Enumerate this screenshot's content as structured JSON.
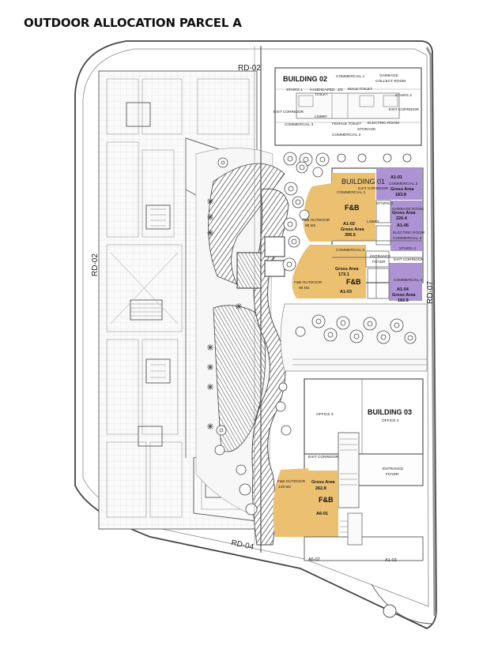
{
  "title": "OUTDOOR ALLOCATION PARCEL A",
  "colors": {
    "fnb_zone": "#ecc071",
    "commercial_zone": "#ad93d4",
    "linework": "#555555",
    "paving": "#f5f5f5"
  },
  "roads": {
    "rd02_top": "RD-02",
    "rd02_left": "RD-02",
    "rd04": "RD-04",
    "rd07": "RD-07"
  },
  "building02": {
    "name": "BUILDING 02",
    "labels": {
      "commercial1": "COMMERCIAL 1",
      "garbage": "GARBAGE",
      "collect_room": "COLLECT ROOM",
      "stairs1": "STAIRS 1",
      "handicaped": "HANDICAPED",
      "toilet": "TOILET",
      "male_toilet": "MALE TOILET",
      "stairs2": "STAIRS 2",
      "exit_corridor_right": "EXIT CORRIDOR",
      "exit_corridor_left": "EXIT CORRIDOR",
      "lobby": "LOBBY",
      "commercial3": "COMMERCIAL 3",
      "female_toilet": "FEMALE TOILET",
      "electric_room": "ELECTRIC ROOM",
      "storage": "STORAGE",
      "commercial2": "COMMERCIAL 2",
      "jc": "J/C"
    }
  },
  "building01": {
    "name": "BUILDING 01",
    "exit_corridor_top": "EXIT CORRIDOR",
    "commercial1": "COMMERCIAL 1",
    "lobby": "LOBBY",
    "commercial5": "COMMERCIAL 5",
    "exit_corridor_mid": "EXIT CORRIDOR",
    "entrance": "ENTRANCE",
    "foyer": "FOYER",
    "stairs3": "STAIRS 3",
    "stairs4": "STAIRS 4",
    "garbage_room": "GARBAGE ROOM",
    "electric_room": "ELECTRIC ROOM",
    "commercial3": "COMMERCIAL 3",
    "commercial4": "COMMERCIAL 4",
    "units": {
      "a101": {
        "code": "A1-01",
        "sub": "COMMERCIAL 2",
        "area_label": "Gross Area",
        "area": "183.8"
      },
      "a105": {
        "code": "A1-05",
        "area_label": "Gross Area",
        "area": "226.4"
      },
      "a104": {
        "code": "A1-04",
        "area_label": "Gross Area",
        "area": "182.8"
      },
      "a102": {
        "code": "A1-02",
        "use": "F&B",
        "area_label": "Gross Area",
        "area": "305.5",
        "outdoor": "F&B OUTDOOR",
        "outdoor_area": "98 M2"
      },
      "a103": {
        "code": "A1-03",
        "use": "F&B",
        "area_label": "Gross Area",
        "area": "173.1",
        "outdoor": "F&B OUTDOOR",
        "outdoor_area": "98 M2"
      }
    }
  },
  "building03": {
    "name": "BUILDING 03",
    "office3": "OFFICE 3",
    "office2": "OFFICE 2",
    "exit_corridor": "EXIT CORRIDOR",
    "entrance": "ENTRANCE",
    "foyer": "FOYER",
    "units": {
      "a601": {
        "code": "A6-01",
        "use": "F&B",
        "area_label": "Gross Area",
        "area": "262.8",
        "outdoor": "F&B OUTDOOR",
        "outdoor_area": "148 M2"
      },
      "a602": {
        "code": "A6-02"
      },
      "a603": {
        "code": "A1-03"
      }
    }
  }
}
